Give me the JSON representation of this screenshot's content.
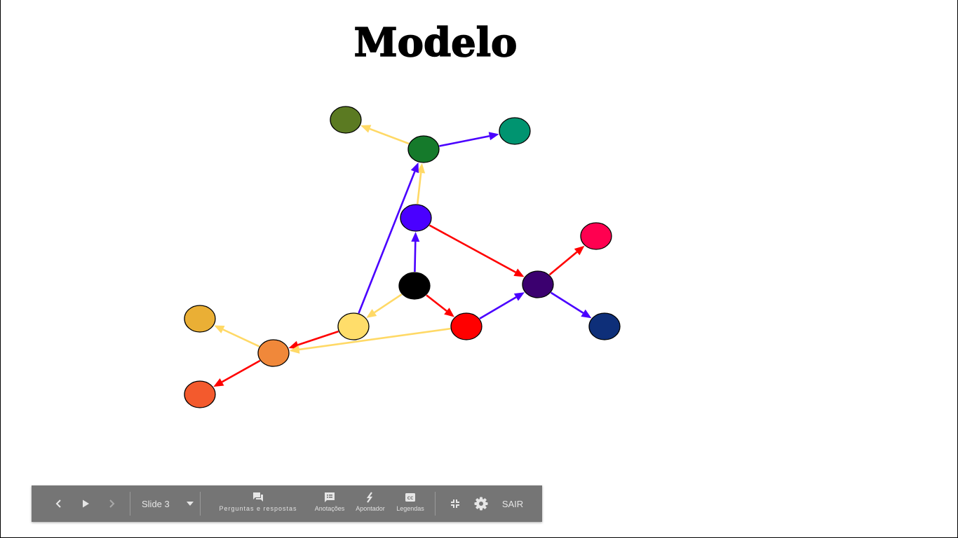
{
  "slide": {
    "title": "Modelo"
  },
  "diagram": {
    "nodes": [
      {
        "id": "olive",
        "color": "#5b7a22"
      },
      {
        "id": "darkgreen",
        "color": "#157a2b"
      },
      {
        "id": "teal",
        "color": "#009470"
      },
      {
        "id": "blue",
        "color": "#4a00ff"
      },
      {
        "id": "crimson",
        "color": "#ff0050"
      },
      {
        "id": "black",
        "color": "#000000"
      },
      {
        "id": "purple",
        "color": "#3b006f"
      },
      {
        "id": "gold",
        "color": "#eaaf35"
      },
      {
        "id": "yellow",
        "color": "#ffdd6a"
      },
      {
        "id": "red",
        "color": "#ff0000"
      },
      {
        "id": "navy",
        "color": "#0e2f79"
      },
      {
        "id": "orange",
        "color": "#f0883a"
      },
      {
        "id": "redorange",
        "color": "#f35a2d"
      }
    ],
    "edges": [
      {
        "from": "darkgreen",
        "to": "olive",
        "color": "#ffd966"
      },
      {
        "from": "darkgreen",
        "to": "teal",
        "color": "#4a00ff"
      },
      {
        "from": "blue",
        "to": "darkgreen",
        "color": "#ffd966"
      },
      {
        "from": "yellow",
        "to": "darkgreen",
        "color": "#4a00ff"
      },
      {
        "from": "black",
        "to": "blue",
        "color": "#4a00ff"
      },
      {
        "from": "blue",
        "to": "purple",
        "color": "#ff0000"
      },
      {
        "from": "purple",
        "to": "crimson",
        "color": "#ff0000"
      },
      {
        "from": "purple",
        "to": "navy",
        "color": "#4a00ff"
      },
      {
        "from": "black",
        "to": "red",
        "color": "#ff0000"
      },
      {
        "from": "red",
        "to": "purple",
        "color": "#4a00ff"
      },
      {
        "from": "black",
        "to": "yellow",
        "color": "#ffd966"
      },
      {
        "from": "yellow",
        "to": "orange",
        "color": "#ff0000"
      },
      {
        "from": "red",
        "to": "orange",
        "color": "#ffd966"
      },
      {
        "from": "orange",
        "to": "gold",
        "color": "#ffd966"
      },
      {
        "from": "orange",
        "to": "redorange",
        "color": "#ff0000"
      }
    ]
  },
  "toolbar": {
    "prev_icon": "chevron-left-icon",
    "play_icon": "play-icon",
    "next_icon": "chevron-right-icon",
    "slide_label": "Slide 3",
    "qa_label": "Perguntas e respostas",
    "notes_label": "Anotações",
    "pointer_label": "Apontador",
    "captions_label": "Legendas",
    "exit_label": "SAIR"
  }
}
